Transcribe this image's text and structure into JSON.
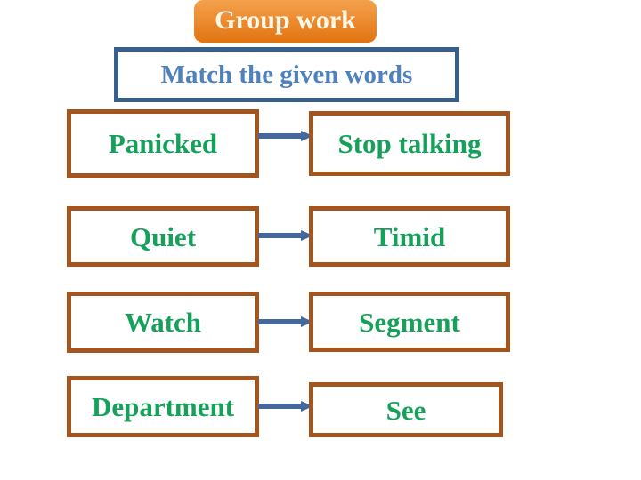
{
  "slide": {
    "background_color": "#FFFFFF",
    "header": {
      "title": "Group work",
      "bg_color_top": "#F4A14D",
      "bg_color_bottom": "#E27410",
      "text_color": "#FFF8E7"
    },
    "subtitle": {
      "text": "Match the given words",
      "border_color": "#365F8B",
      "text_color": "#4F81BD"
    },
    "match_exercise": {
      "box_border_color": "#A4541D",
      "word_color": "#16A15B",
      "arrow_color": "#44689B",
      "arrow_icon": "right-arrow-icon",
      "pairs": [
        {
          "left": "Panicked",
          "right": "Stop talking"
        },
        {
          "left": "Quiet",
          "right": "Timid"
        },
        {
          "left": "Watch",
          "right": "Segment"
        },
        {
          "left": "Department",
          "right": "See"
        }
      ]
    }
  }
}
